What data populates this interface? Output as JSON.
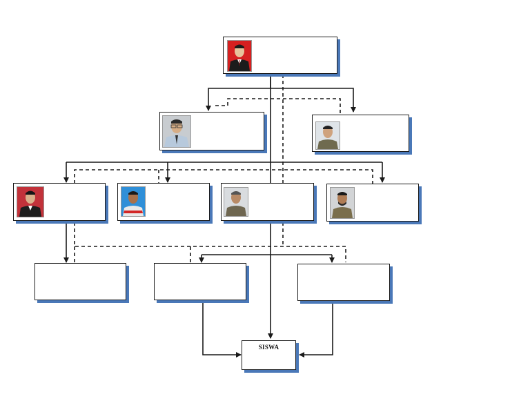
{
  "chart": {
    "nodes": [
      {
        "id": "top",
        "photo": "portrait-red-bg"
      },
      {
        "id": "second-left",
        "photo": "portrait-gray-bg"
      },
      {
        "id": "second-right",
        "photo": "portrait-light-bg"
      },
      {
        "id": "third-1",
        "photo": "portrait-red-bg"
      },
      {
        "id": "third-2",
        "photo": "portrait-blue-bg"
      },
      {
        "id": "third-3",
        "photo": "portrait-gray-bg"
      },
      {
        "id": "third-4",
        "photo": "portrait-gray-bg"
      },
      {
        "id": "fourth-1",
        "photo": null
      },
      {
        "id": "fourth-2",
        "photo": null
      },
      {
        "id": "fourth-3",
        "photo": null
      },
      {
        "id": "siswa",
        "photo": null,
        "label": "SISWA"
      }
    ]
  },
  "colors": {
    "box_border": "#1a1a1a",
    "box_shadow": "#4a78b8",
    "line": "#1a1a1a"
  }
}
